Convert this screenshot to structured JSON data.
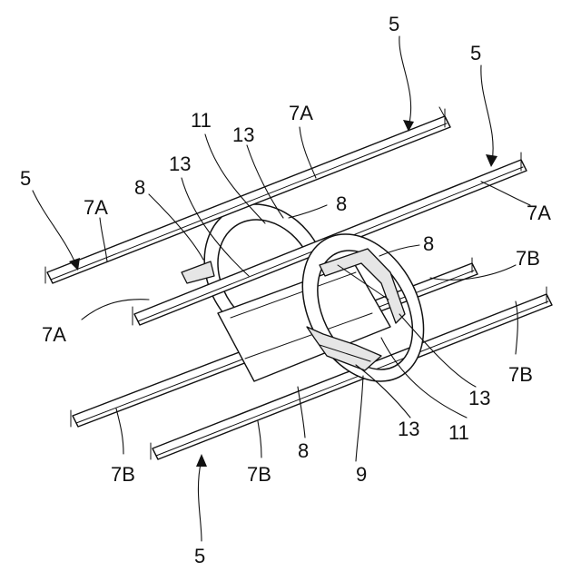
{
  "labels": {
    "ref_5": "5",
    "ref_7a": "7A",
    "ref_7b": "7B",
    "ref_8": "8",
    "ref_9": "9",
    "ref_11": "11",
    "ref_13": "13"
  }
}
